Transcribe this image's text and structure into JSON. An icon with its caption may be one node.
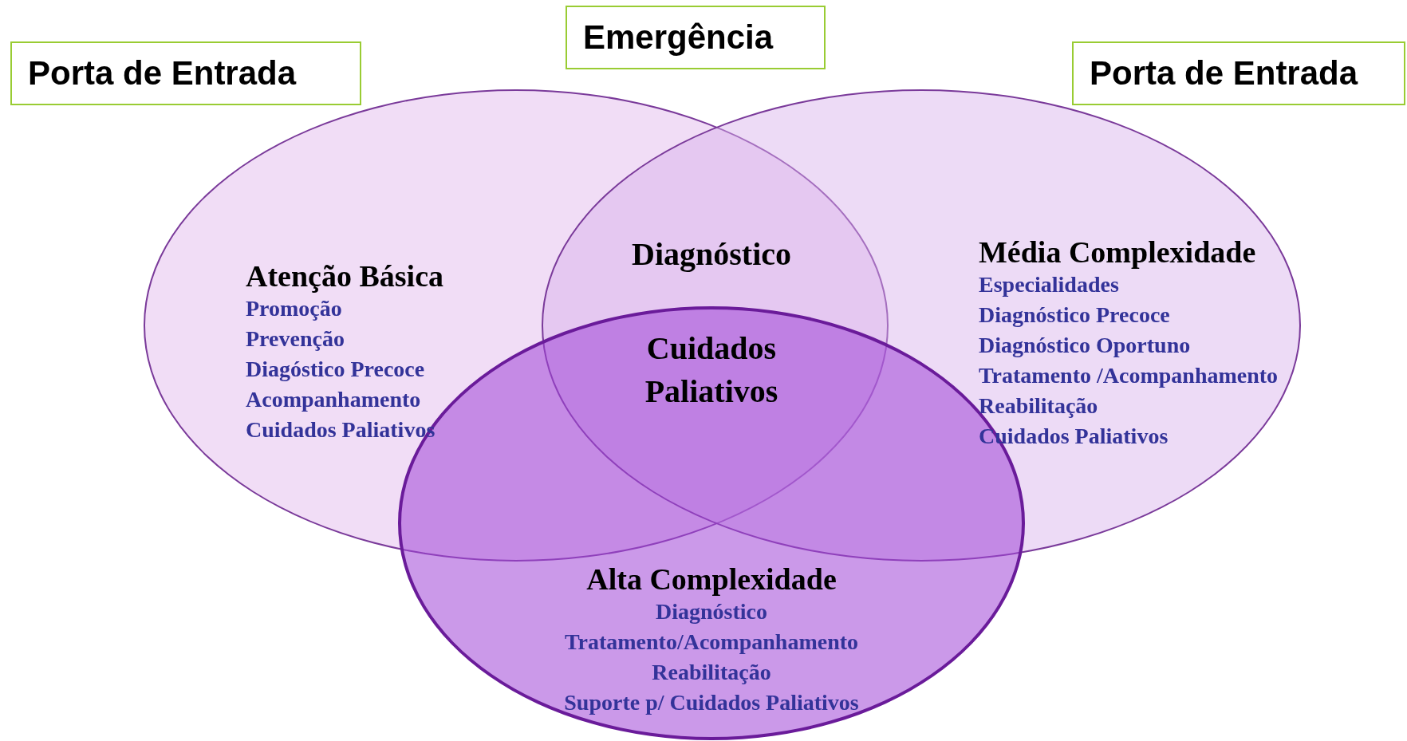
{
  "diagram": {
    "nodes": [
      {
        "text": [
          "Porta de Entrada"
        ]
      },
      {
        "text": [
          "Emergência"
        ]
      },
      {
        "text": [
          "Porta de Entrada"
        ]
      },
      {
        "text": [
          "Atenção Básica",
          "Promoção",
          "Prevenção",
          "Diagóstico Precoce",
          "Acompanhamento",
          "Cuidados Paliativos"
        ]
      },
      {
        "text": [
          "Média Complexidade",
          "Especialidades",
          "Diagnóstico Precoce",
          "Diagnóstico Oportuno",
          "Tratamento /Acompanhamento",
          "Reabilitação",
          "Cuidados Paliativos"
        ]
      },
      {
        "text": [
          "Alta Complexidade",
          "Diagnóstico",
          "Tratamento/Acompanhamento",
          "Reabilitação",
          "Suporte p/ Cuidados Paliativos"
        ]
      }
    ],
    "edges": [],
    "labels": [
      "Diagnóstico",
      "Cuidados Paliativos"
    ]
  }
}
